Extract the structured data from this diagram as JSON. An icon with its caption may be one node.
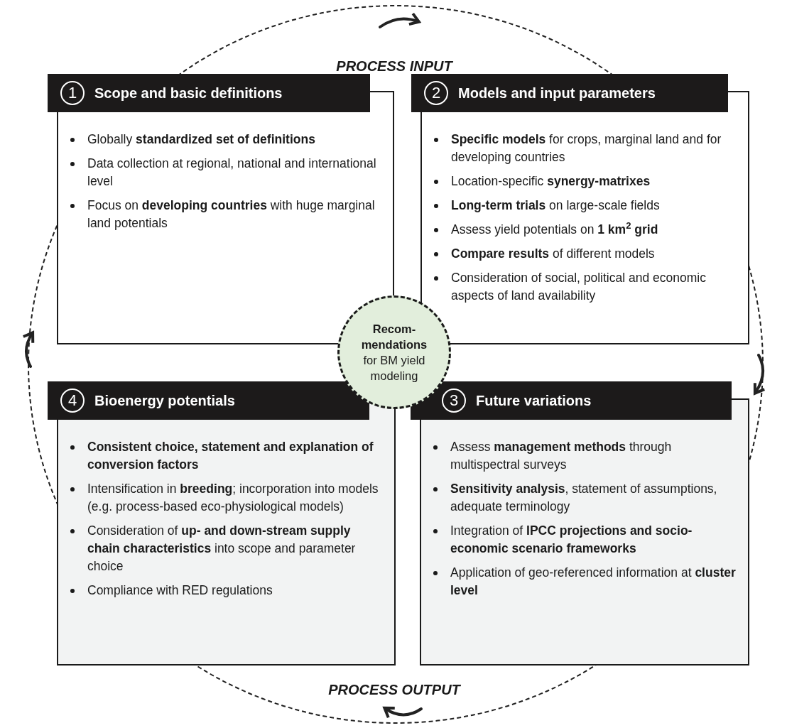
{
  "diagram": {
    "nodes": [
      {
        "text": [
          "1",
          "Scope and basic definitions",
          "Globally **standardized set of definitions**",
          "Data collection at regional, national and international level",
          "Focus on **developing countries** with huge marginal land potentials"
        ]
      },
      {
        "text": [
          "2",
          "Models and input parameters",
          "**Specific models** for crops, marginal land and for developing countries",
          "Location-specific **synergy-matrixes**",
          "**Long-term trials** on large-scale fields",
          "Assess yield potentials on **1 km$^{2}$ grid**",
          "**Compare results** of different models",
          "Consideration of social, political and economic aspects of land availability"
        ]
      },
      {
        "text": [
          "3",
          "Future variations",
          "Assess **management methods** through multispectral surveys",
          "**Sensitivity analysis**, statement of assumptions, adequate terminology",
          "Integration of **IPCC projections and socio-economic scenario frameworks**",
          "Application of geo-referenced information at **cluster level**"
        ]
      },
      {
        "text": [
          "4",
          "Bioenergy potentials",
          "**Consistent choice, statement and explanation of conversion factors**",
          "Intensification in **breeding**; incorporation into models (e.g. process-based eco-physiological models)",
          "Consideration of **up- and down-stream supply chain characteristics** into scope and parameter choice",
          "Compliance with RED regulations"
        ]
      },
      {
        "text": [
          "**Recom-mendations** for BM yield modeling"
        ]
      }
    ],
    "edges": [],
    "labels": [
      "PROCESS INPUT",
      "PROCESS OUTPUT"
    ]
  }
}
